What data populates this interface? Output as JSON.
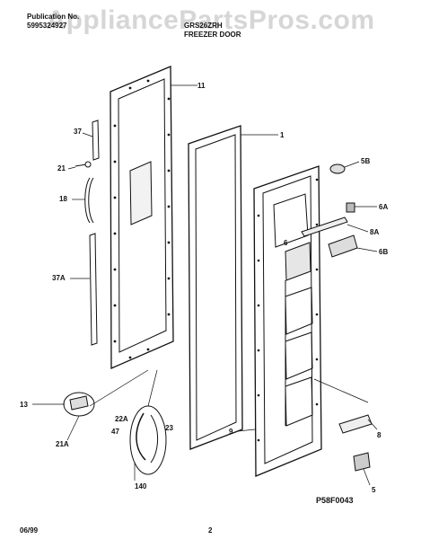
{
  "header": {
    "pub_label": "Publication No.",
    "pub_number": "5995324927",
    "model": "GRS26ZRH",
    "section": "FREEZER DOOR",
    "watermark": "AppliancePartsPros.com"
  },
  "callouts": {
    "c11": "11",
    "c1": "1",
    "c37": "37",
    "c21": "21",
    "c18": "18",
    "c37a": "37A",
    "c5b": "5B",
    "c6a": "6A",
    "c8a": "8A",
    "c6b": "6B",
    "c6": "6",
    "c9": "9",
    "c8": "8",
    "c5": "5",
    "c13": "13",
    "c21a": "21A",
    "c22a": "22A",
    "c47": "47",
    "c23": "23",
    "c140": "140"
  },
  "footer": {
    "figure_code": "P58F0043",
    "date": "06/99",
    "page": "2"
  }
}
